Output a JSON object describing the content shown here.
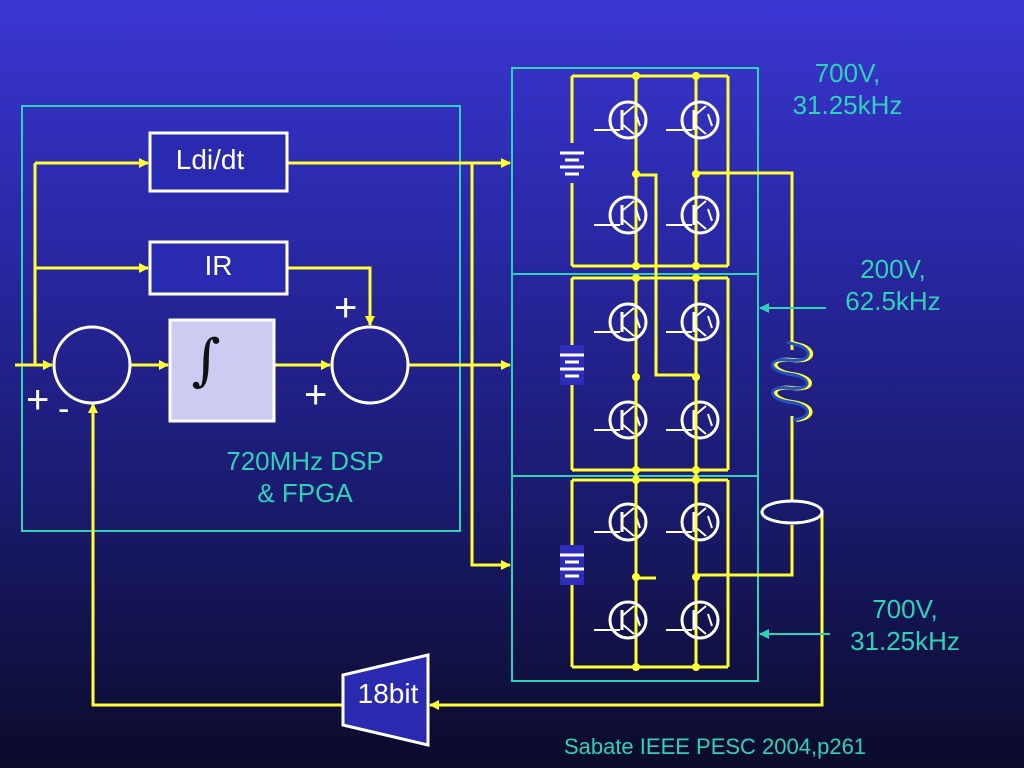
{
  "blocks": {
    "ldidt": "Ldi/dt",
    "ir": "IR",
    "integrator": "∫",
    "adc": "18bit"
  },
  "signs": {
    "sum1_plus": "+",
    "sum1_minus": "-",
    "sum2_plus_top": "+",
    "sum2_plus_left": "+"
  },
  "labels": {
    "dsp_line1": "720MHz DSP",
    "dsp_line2": "& FPGA",
    "stage_top_v": "700V,",
    "stage_top_f": "31.25kHz",
    "stage_mid_v": "200V,",
    "stage_mid_f": "62.5kHz",
    "stage_bot_v": "700V,",
    "stage_bot_f": "31.25kHz"
  },
  "citation": "Sabate IEEE PESC 2004,p261",
  "colors": {
    "wire": "#ffff33",
    "frame": "#2ed3b7",
    "label": "#2ed3b7",
    "integrator_fill": "#ccccf2",
    "coil": "#1f50c8"
  }
}
